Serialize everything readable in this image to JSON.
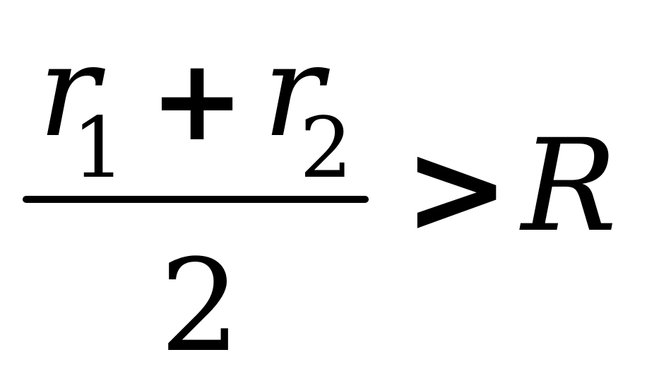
{
  "formula": {
    "numerator": {
      "term1": {
        "base": "r",
        "subscript": "1"
      },
      "operator": "+",
      "term2": {
        "base": "r",
        "subscript": "2"
      }
    },
    "denominator": "2",
    "relation": ">",
    "right_side": "R"
  }
}
